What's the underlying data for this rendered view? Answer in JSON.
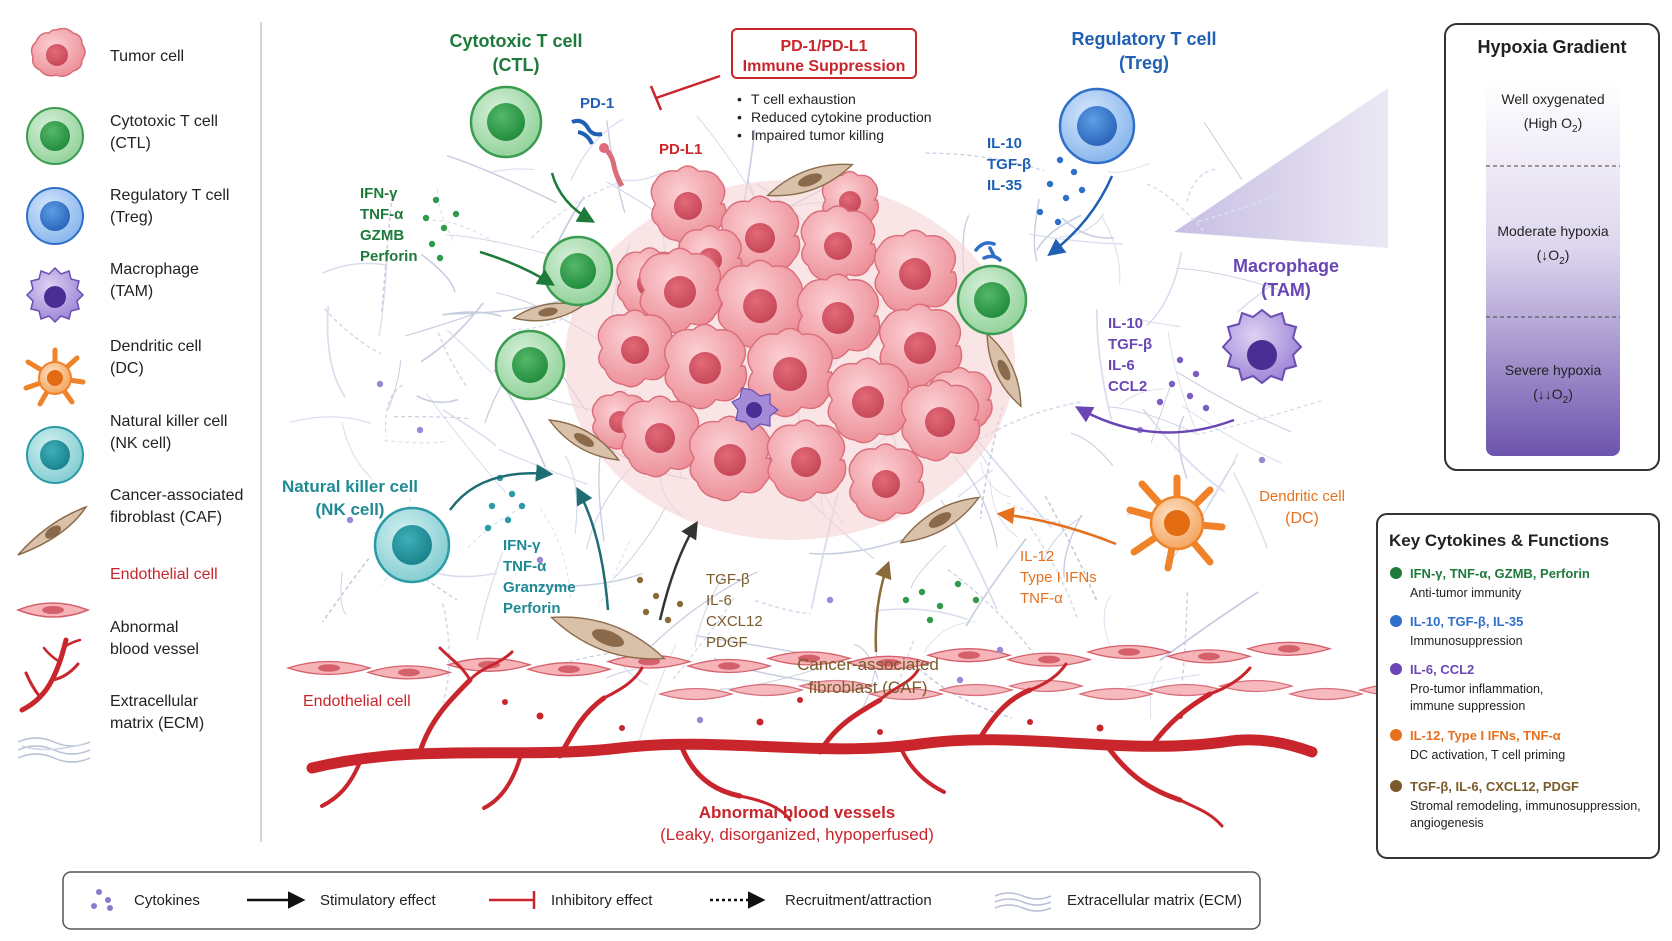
{
  "legend": {
    "items": [
      {
        "line1": "Tumor cell",
        "line2": ""
      },
      {
        "line1": "Cytotoxic T cell",
        "line2": "(CTL)"
      },
      {
        "line1": "Regulatory T cell",
        "line2": "(Treg)"
      },
      {
        "line1": "Macrophage",
        "line2": "(TAM)"
      },
      {
        "line1": "Dendritic cell",
        "line2": "(DC)"
      },
      {
        "line1": "Natural killer cell",
        "line2": "(NK cell)"
      },
      {
        "line1": "Cancer-associated",
        "line2": "fibroblast (CAF)"
      },
      {
        "line1": "Endothelial cell",
        "line2": ""
      },
      {
        "line1": "Abnormal",
        "line2": "blood vessel"
      },
      {
        "line1": "Extracellular",
        "line2": "matrix (ECM)"
      }
    ]
  },
  "labels": {
    "ctl_title1": "Cytotoxic T cell",
    "ctl_title2": "(CTL)",
    "pd1": "PD-1",
    "pdl1": "PD-L1",
    "pd_box1": "PD-1/PD-L1",
    "pd_box2": "Immune Suppression",
    "pd_bullets": [
      "T cell exhaustion",
      "Reduced cytokine production",
      "Impaired tumor killing"
    ],
    "treg_title1": "Regulatory T cell",
    "treg_title2": "(Treg)",
    "treg_cyto": [
      "IL-10",
      "TGF-β",
      "IL-35"
    ],
    "ctl_cyto": [
      "IFN-γ",
      "TNF-α",
      "GZMB",
      "Perforin"
    ],
    "mac_title1": "Macrophage",
    "mac_title2": "(TAM)",
    "mac_cyto": [
      "IL-10",
      "TGF-β",
      "IL-6",
      "CCL2"
    ],
    "dc_title1": "Dendritic cell",
    "dc_title2": "(DC)",
    "dc_cyto": [
      "IL-12",
      "Type I IFNs",
      "TNF-α"
    ],
    "nk_title1": "Natural killer cell",
    "nk_title2": "(NK cell)",
    "nk_cyto": [
      "IFN-γ",
      "TNF-α",
      "Granzyme",
      "Perforin"
    ],
    "caf_cyto": [
      "TGF-β",
      "IL-6",
      "CXCL12",
      "PDGF"
    ],
    "caf_title1": "Cancer-associated",
    "caf_title2": "fibroblast (CAF)",
    "endo": "Endothelial cell",
    "vessel_title": "Abnormal blood vessels",
    "vessel_sub": "(Leaky, disorganized, hypoperfused)"
  },
  "hypoxia": {
    "title": "Hypoxia Gradient",
    "levels": [
      {
        "line1": "Well oxygenated",
        "line2": "(High O",
        "sub": "2",
        "tail": ")"
      },
      {
        "line1": "Moderate hypoxia",
        "line2": "(↓O",
        "sub": "2",
        "tail": ")"
      },
      {
        "line1": "Severe hypoxia",
        "line2": "(↓↓O",
        "sub": "2",
        "tail": ")"
      }
    ]
  },
  "cytokines_box": {
    "title": "Key Cytokines & Functions",
    "items": [
      {
        "names": "IFN-γ, TNF-α, GZMB, Perforin",
        "desc": [
          "Anti-tumor immunity"
        ],
        "color": "#1e7a3a"
      },
      {
        "names": "IL-10, TGF-β, IL-35",
        "desc": [
          "Immunosuppression"
        ],
        "color": "#2f6fc9"
      },
      {
        "names": "IL-6, CCL2",
        "desc": [
          "Pro-tumor inflammation,",
          "immune suppression"
        ],
        "color": "#6a46b5"
      },
      {
        "names": "IL-12, Type I IFNs, TNF-α",
        "desc": [
          "DC activation, T cell priming"
        ],
        "color": "#e5711f"
      },
      {
        "names": "TGF-β, IL-6, CXCL12, PDGF",
        "desc": [
          "Stromal remodeling, immunosuppression,",
          "angiogenesis"
        ],
        "color": "#7a5a2a"
      }
    ]
  },
  "key": {
    "cytokines": "Cytokines",
    "stimulatory": "Stimulatory effect",
    "inhibitory": "Inhibitory effect",
    "recruitment": "Recruitment/attraction",
    "ecm": "Extracellular matrix (ECM)"
  },
  "colors": {
    "tumor": "#ee8f98",
    "ctl": "#3fa957",
    "treg": "#3b7fd6",
    "mac": "#7b5cc4",
    "dc": "#f0822a",
    "nk": "#2a9aa4",
    "caf": "#c9a98b",
    "endo": "#f2a0a6",
    "vessel": "#c8262c",
    "green_text": "#1e7a3a",
    "blue_text": "#1f5fb4",
    "purple_text": "#6a46b5",
    "orange_text": "#e5711f",
    "teal_text": "#1f8a94",
    "brown_text": "#7a5a2a",
    "red_text": "#c8262c"
  }
}
